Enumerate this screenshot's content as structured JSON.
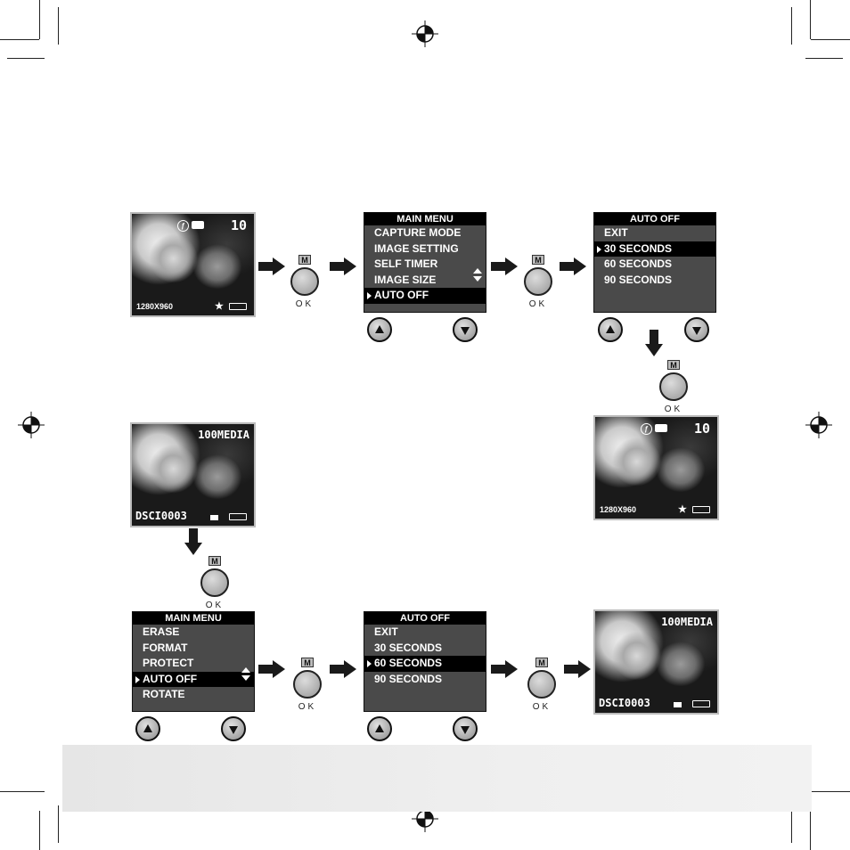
{
  "screens": {
    "capture_preview": {
      "icons": [
        "flash-icon",
        "camera-icon"
      ],
      "count": "10",
      "resolution": "1280X960",
      "symbol": "★"
    },
    "main_menu_capture": {
      "title": "MAIN MENU",
      "items": [
        "CAPTURE MODE",
        "IMAGE SETTING",
        "SELF TIMER",
        "IMAGE SIZE",
        "AUTO OFF"
      ],
      "selected_index": 4
    },
    "auto_off_capture": {
      "title": "AUTO OFF",
      "items": [
        "EXIT",
        "30 SECONDS",
        "60 SECONDS",
        "90 SECONDS"
      ],
      "selected_index": 1
    },
    "capture_result": {
      "count": "10",
      "resolution": "1280X960",
      "symbol": "★"
    },
    "playback_preview": {
      "folder": "100MEDIA",
      "filename": "DSCI0003"
    },
    "main_menu_playback": {
      "title": "MAIN MENU",
      "items": [
        "ERASE",
        "FORMAT",
        "PROTECT",
        "AUTO OFF",
        "ROTATE"
      ],
      "selected_index": 3
    },
    "auto_off_playback": {
      "title": "AUTO OFF",
      "items": [
        "EXIT",
        "30 SECONDS",
        "60 SECONDS",
        "90 SECONDS"
      ],
      "selected_index": 2
    },
    "playback_result": {
      "folder": "100MEDIA",
      "filename": "DSCI0003"
    }
  },
  "buttons": {
    "menu_key": "M",
    "ok_label": "OK"
  }
}
